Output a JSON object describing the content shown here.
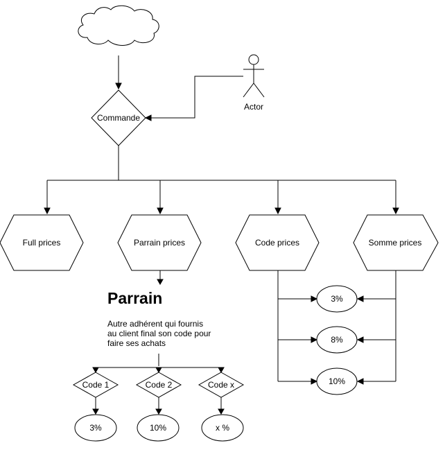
{
  "actor": {
    "label": "Actor"
  },
  "commande": {
    "label": "Commande"
  },
  "prices": {
    "full": "Full prices",
    "parrain": "Parrain prices",
    "code": "Code prices",
    "somme": "Somme prices"
  },
  "parrain_section": {
    "title": "Parrain",
    "description": [
      "Autre adhérent qui fournis",
      "au client final son code pour",
      "faire ses achats"
    ]
  },
  "codes": [
    "Code 1",
    "Code 2",
    "Code x"
  ],
  "code_results": [
    "3%",
    "10%",
    "x %"
  ],
  "percent_options": [
    "3%",
    "8%",
    "10%"
  ]
}
